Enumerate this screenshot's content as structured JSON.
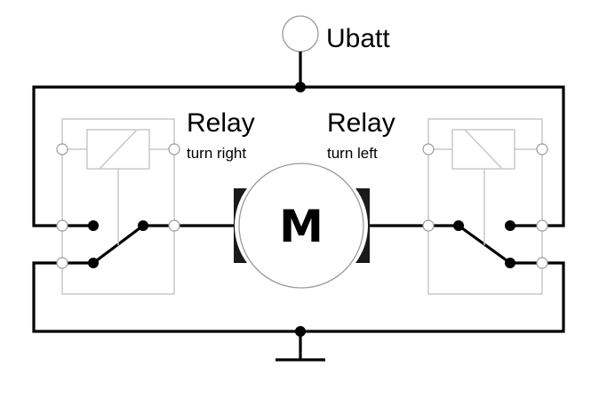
{
  "labels": {
    "supply": "Ubatt",
    "relay_right_title": "Relay",
    "relay_right_sub": "turn right",
    "relay_left_title": "Relay",
    "relay_left_sub": "turn left",
    "motor": "M"
  },
  "colors": {
    "wire": "#000000",
    "relay_outline": "#c8c8c8",
    "terminal_fill": "#ffffff",
    "terminal_stroke": "#9a9a9a",
    "motor_outline": "#9a9a9a",
    "brush": "#1a1a1a"
  }
}
